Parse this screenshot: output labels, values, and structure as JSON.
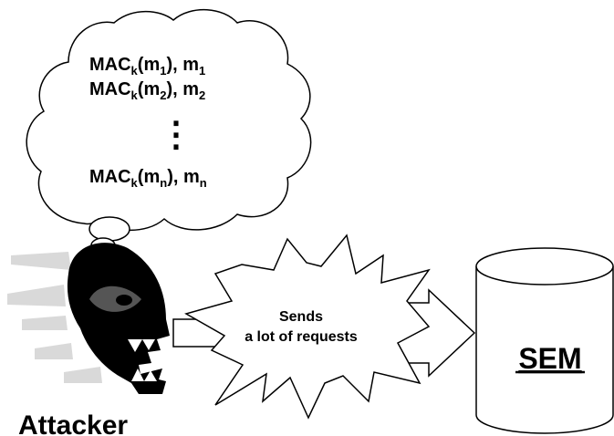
{
  "thought_cloud": {
    "lines": [
      {
        "prefix": "MAC",
        "key_sub": "k",
        "open": "(m",
        "msg_sub": "1",
        "close": "), m",
        "tail_sub": "1"
      },
      {
        "prefix": "MAC",
        "key_sub": "k",
        "open": "(m",
        "msg_sub": "2",
        "close": "), m",
        "tail_sub": "2"
      },
      {
        "prefix": "MAC",
        "key_sub": "k",
        "open": "(m",
        "msg_sub": "n",
        "close": "), m",
        "tail_sub": "n"
      }
    ],
    "ellipsis": "⋮"
  },
  "burst": {
    "line1": "Sends",
    "line2": "a lot of requests"
  },
  "sem": {
    "label": "SEM"
  },
  "attacker": {
    "label": "Attacker"
  },
  "colors": {
    "ink": "#000000",
    "paper": "#ffffff",
    "eye": "#555555",
    "speed_lines": "#d9d9d9"
  }
}
